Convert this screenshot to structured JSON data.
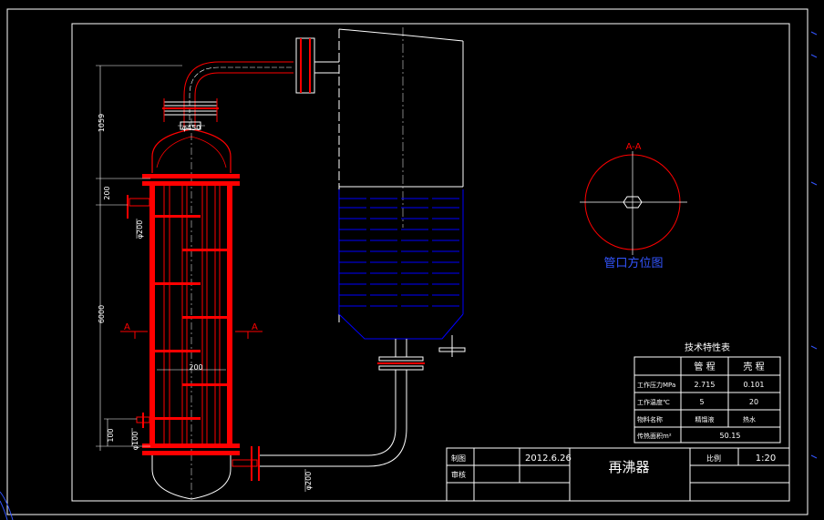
{
  "drawing": {
    "dimensions": {
      "top_height": "1059",
      "flange_offset": "200",
      "inlet_dia": "φ200",
      "shell_length": "6000",
      "nozzle_spacing": "200",
      "bottom_offset": "100",
      "bottom_dia": "φ100",
      "top_nozzle": "φ450",
      "outlet_dia": "φ200"
    },
    "section_labels": {
      "left": "A",
      "right": "A"
    },
    "section_view": {
      "title": "A-A",
      "caption": "管口方位图"
    }
  },
  "spec_table": {
    "title": "技术特性表",
    "headers": [
      "",
      "管 程",
      "壳 程"
    ],
    "rows": [
      {
        "label": "工作压力MPa",
        "tube": "2.715",
        "shell": "0.101"
      },
      {
        "label": "工作温度℃",
        "tube": "5",
        "shell": "20"
      },
      {
        "label": "物料名称",
        "tube": "精馏液",
        "shell": "热水"
      },
      {
        "label": "传热面积m²",
        "merged": "50.15"
      }
    ]
  },
  "title_block": {
    "drawn_label": "制图",
    "date": "2012.6.26",
    "review_label": "审核",
    "name": "再沸器",
    "scale_label": "比例",
    "scale_value": "1:20"
  },
  "colors": {
    "background": "#000000",
    "outline": "#ffffff",
    "equipment": "#ff0000",
    "vessel": "#0000ff",
    "caption": "#3355ff"
  }
}
